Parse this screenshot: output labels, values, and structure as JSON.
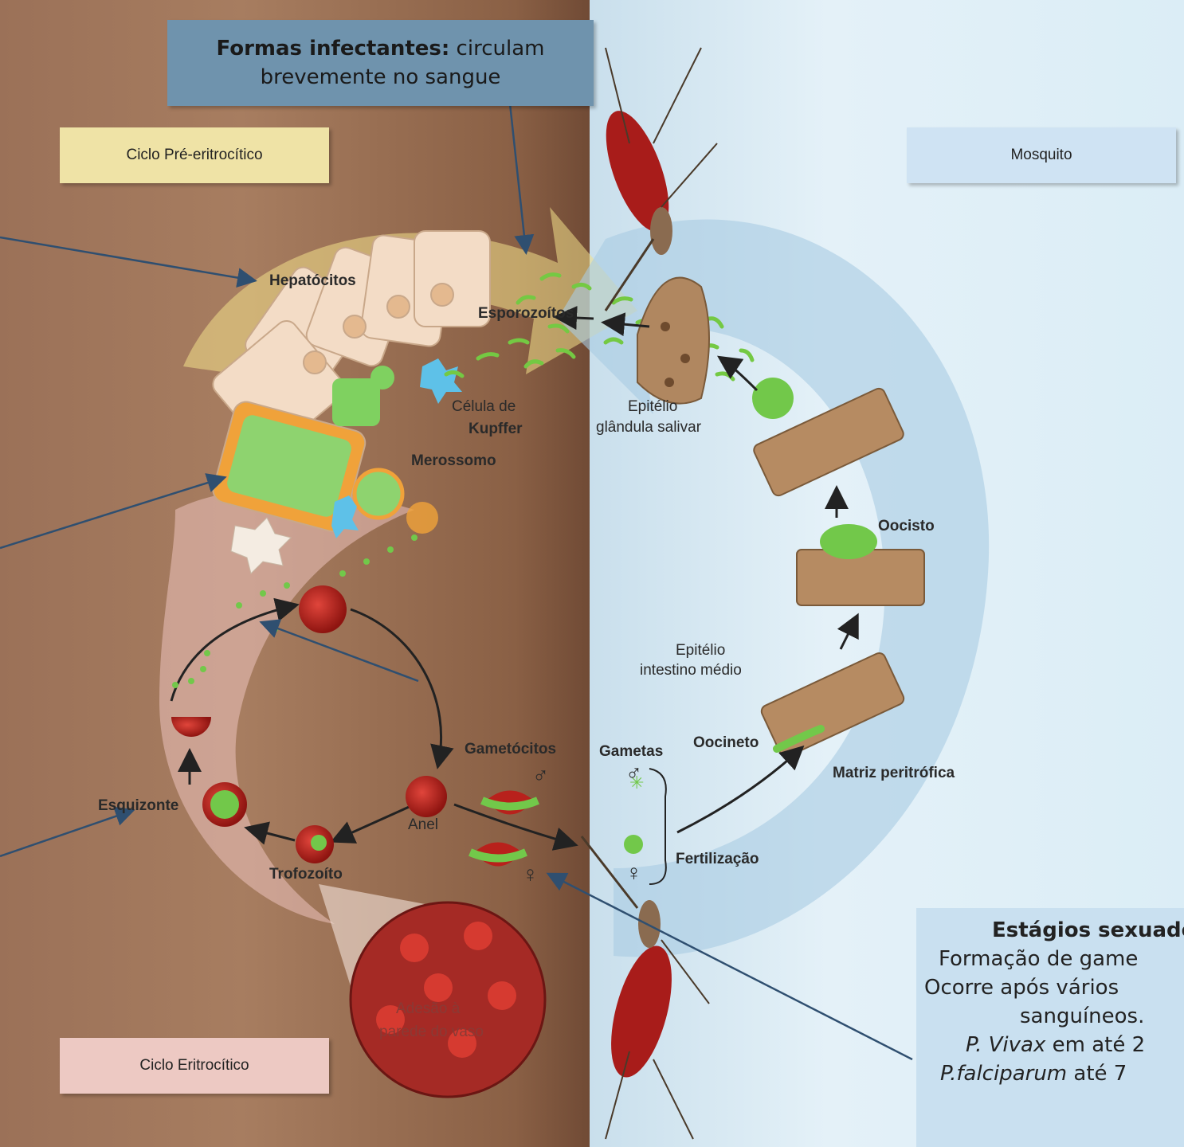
{
  "colors": {
    "skin": "#9b7158",
    "mosquito_bg": "#dbedf6",
    "pre_box": "#efe3a6",
    "mosquito_box": "#cfe3f3",
    "erythro_box": "#edc9c3",
    "note_box": "#6f93ad",
    "note_box2": "#c9e0f0",
    "arrow": "#2f4f70",
    "parasite": "#6cc644",
    "rbc": "#b8211c"
  },
  "boxes": {
    "pre_erythrocytic": "Ciclo Pré-eritrocítico",
    "mosquito": "Mosquito",
    "erythrocytic": "Ciclo Eritrocítico"
  },
  "note_top": {
    "bold": "Formas infectantes:",
    "rest": " circulam",
    "line2": "brevemente no sangue"
  },
  "note_bottom": {
    "title": "Estágios sexuado",
    "line1": "Formação de game",
    "line2": "Ocorre após vários",
    "line3": "sanguíneos.",
    "line4_it": "P. Vivax",
    "line4_rest": " em até 2",
    "line5_it": "P.falciparum",
    "line5_rest": " até 7"
  },
  "labels": {
    "hepatocitos": "Hepatócitos",
    "esporozoitos": "Esporozoítos",
    "celula_de": "Célula de",
    "kupffer": "Kupffer",
    "merossomo": "Merossomo",
    "epitelio_gland": "Epitélio",
    "glandula": "glândula salivar",
    "oocisto": "Oocisto",
    "epitelio_int": "Epitélio",
    "intestino": "intestino médio",
    "oocineto": "Oocineto",
    "matriz": "Matriz peritrófica",
    "gametas": "Gametas",
    "fertilizacao": "Fertilização",
    "gametocitos": "Gametócitos",
    "anel": "Anel",
    "trofozoito": "Trofozoíto",
    "esquizonte": "Esquizonte",
    "adesao1": "Adesão à",
    "adesao2": "parede do vaso",
    "male": "♂",
    "female": "♀"
  }
}
